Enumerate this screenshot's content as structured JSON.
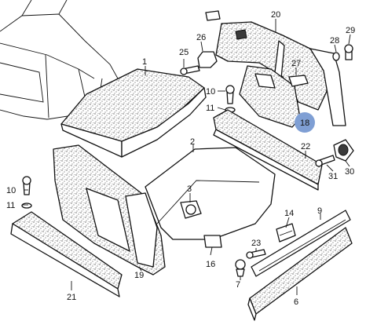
{
  "diagram": {
    "callouts": [
      {
        "id": "c1",
        "text": "1"
      },
      {
        "id": "c2",
        "text": "2"
      },
      {
        "id": "c3",
        "text": "3"
      },
      {
        "id": "c6",
        "text": "6"
      },
      {
        "id": "c7",
        "text": "7"
      },
      {
        "id": "c9",
        "text": "9"
      },
      {
        "id": "c10a",
        "text": "10"
      },
      {
        "id": "c10b",
        "text": "10"
      },
      {
        "id": "c11a",
        "text": "11"
      },
      {
        "id": "c11b",
        "text": "11"
      },
      {
        "id": "c14",
        "text": "14"
      },
      {
        "id": "c16",
        "text": "16"
      },
      {
        "id": "c18",
        "text": "18",
        "highlighted": true
      },
      {
        "id": "c19",
        "text": "19"
      },
      {
        "id": "c20",
        "text": "20"
      },
      {
        "id": "c21",
        "text": "21"
      },
      {
        "id": "c22",
        "text": "22"
      },
      {
        "id": "c23",
        "text": "23"
      },
      {
        "id": "c25",
        "text": "25"
      },
      {
        "id": "c26",
        "text": "26"
      },
      {
        "id": "c27",
        "text": "27"
      },
      {
        "id": "c28",
        "text": "28"
      },
      {
        "id": "c29",
        "text": "29"
      },
      {
        "id": "c30",
        "text": "30"
      },
      {
        "id": "c31",
        "text": "31"
      }
    ],
    "highlight_color": "#7f9fd4",
    "line_color": "#111111"
  }
}
